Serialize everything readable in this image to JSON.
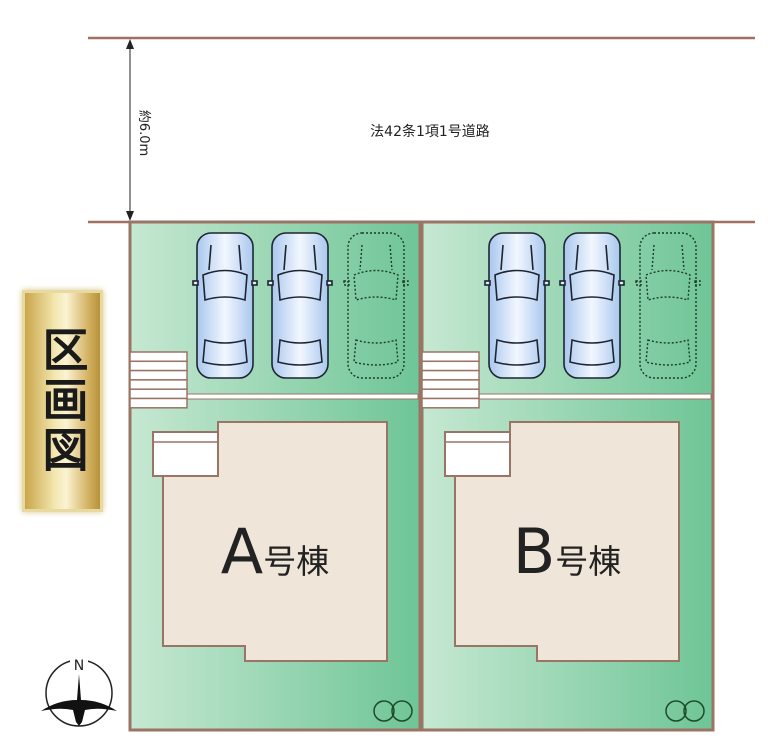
{
  "road": {
    "label": "法42条1項1号道路",
    "width_label": "約6.0m"
  },
  "title_label": "区画図",
  "lots": [
    {
      "id": "A",
      "label_letter": "A",
      "label_suffix": "号棟",
      "parking_spaces": 3,
      "dashed_spaces": 1
    },
    {
      "id": "B",
      "label_letter": "B",
      "label_suffix": "号棟",
      "parking_spaces": 3,
      "dashed_spaces": 1
    }
  ],
  "compass": {
    "label": "N"
  },
  "colors": {
    "lot_green_light": "#c4e6d0",
    "lot_green_dark": "#6cc495",
    "building": "#efe6d9",
    "border": "#9a7565",
    "road_line": "#a07060"
  }
}
